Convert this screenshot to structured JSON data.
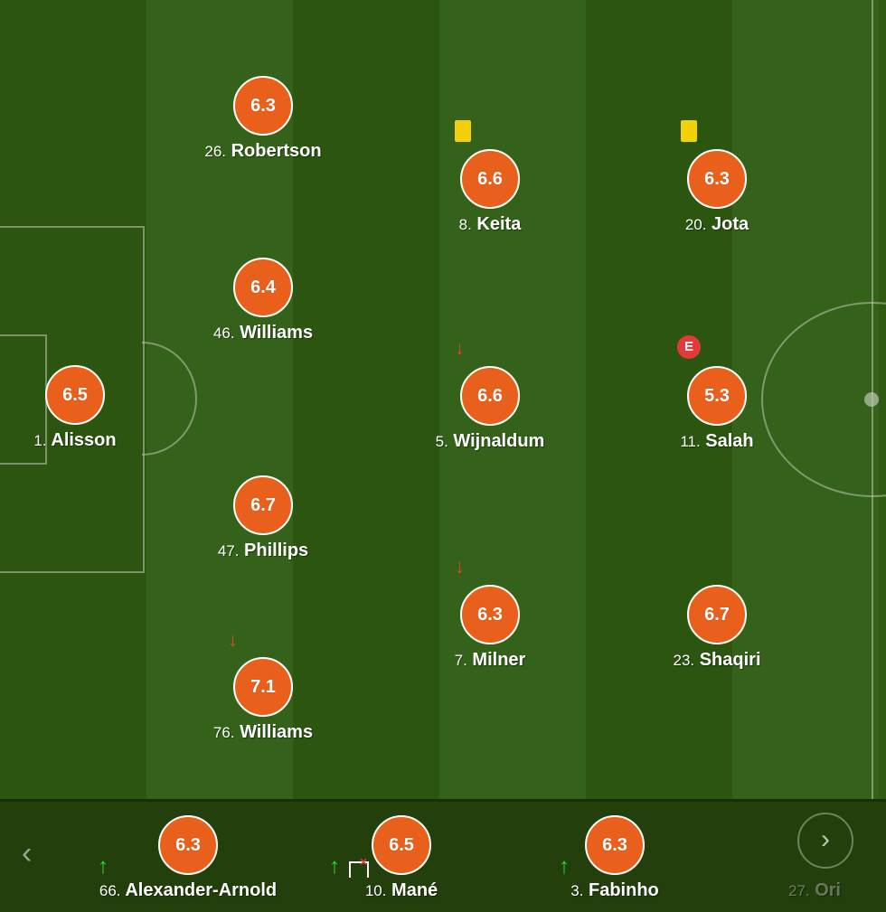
{
  "pitch": {
    "starters": [
      {
        "number": "26.",
        "name": "Robertson",
        "rating": "6.3"
      },
      {
        "number": "8.",
        "name": "Keita",
        "rating": "6.6"
      },
      {
        "number": "20.",
        "name": "Jota",
        "rating": "6.3"
      },
      {
        "number": "46.",
        "name": "Williams",
        "rating": "6.4"
      },
      {
        "number": "1.",
        "name": "Alisson",
        "rating": "6.5"
      },
      {
        "number": "5.",
        "name": "Wijnaldum",
        "rating": "6.6"
      },
      {
        "number": "11.",
        "name": "Salah",
        "rating": "5.3"
      },
      {
        "number": "47.",
        "name": "Phillips",
        "rating": "6.7"
      },
      {
        "number": "7.",
        "name": "Milner",
        "rating": "6.3"
      },
      {
        "number": "23.",
        "name": "Shaqiri",
        "rating": "6.7"
      },
      {
        "number": "76.",
        "name": "Williams",
        "rating": "7.1"
      }
    ],
    "error_badge_label": "E"
  },
  "bench": {
    "players": [
      {
        "number": "66.",
        "name": "Alexander-Arnold",
        "rating": "6.3"
      },
      {
        "number": "10.",
        "name": "Mané",
        "rating": "6.5"
      },
      {
        "number": "3.",
        "name": "Fabinho",
        "rating": "6.3"
      },
      {
        "number": "27.",
        "name": "Ori",
        "rating": ""
      }
    ],
    "nav_prev": "‹",
    "nav_next": "›"
  },
  "icons": {
    "sub_out": "↓",
    "sub_in": "↑",
    "yellow_card_color": "#f2d10a",
    "rating_color": "#e8601c"
  }
}
